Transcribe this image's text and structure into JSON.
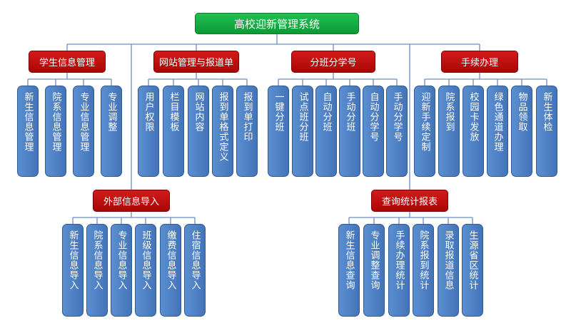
{
  "root": "高校迎新管理系统",
  "categories": [
    {
      "label": "学生信息管理",
      "items": [
        "新生信息管理",
        "院系信息管理",
        "专业信息管理",
        "专业调整"
      ]
    },
    {
      "label": "网站管理与报道单",
      "items": [
        "用户权限",
        "栏目模板",
        "网站内容",
        "报到单格式定义",
        "报到单打印"
      ]
    },
    {
      "label": "分班分学号",
      "items": [
        "一键分班",
        "试点班分班",
        "自动分班",
        "手动分班",
        "自动分学号",
        "手动分学号"
      ]
    },
    {
      "label": "手续办理",
      "items": [
        "迎新手续定制",
        "院系报到",
        "校园卡发放",
        "绿色通道办理",
        "物品领取",
        "新生体检"
      ]
    },
    {
      "label": "外部信息导入",
      "items": [
        "新生信息导入",
        "院系信息导入",
        "专业信息导入",
        "班级信息导入",
        "缴费信息导入",
        "住宿信息导入"
      ]
    },
    {
      "label": "查询统计报表",
      "items": [
        "新生信息查询",
        "专业调整查询",
        "手续办理统计",
        "院系报到统计",
        "录取报道信息",
        "生源省区统计"
      ]
    }
  ],
  "colors": {
    "root": "#12ad42",
    "category": "#c00d0d",
    "leaf": "#4f81bd",
    "connector": "#6e8fc0"
  }
}
